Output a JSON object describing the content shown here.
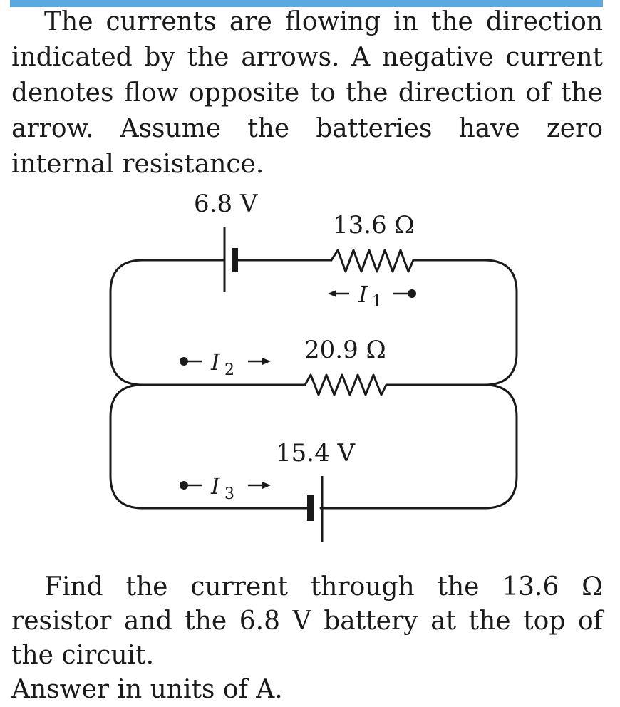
{
  "problem": {
    "intro": "The currents are flowing in the direction indicated by the arrows. A negative current denotes flow opposite to the direction of the arrow. Assume the batteries have zero internal resistance.",
    "question_line1": "Find the current through the 13.6 Ω resistor and the 6.8 V battery at the top of the circuit.",
    "question_line2": "Answer in units of  A."
  },
  "circuit": {
    "battery_top_label": "6.8 V",
    "resistor_top_label": "13.6 Ω",
    "resistor_mid_label": "20.9 Ω",
    "battery_bottom_label": "15.4 V",
    "current_symbol": "I",
    "current_1_sub": "1",
    "current_2_sub": "2",
    "current_3_sub": "3"
  }
}
